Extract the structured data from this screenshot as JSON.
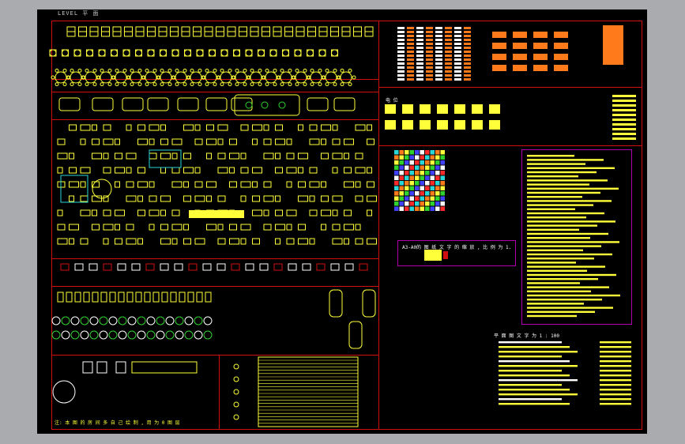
{
  "drawing": {
    "level_label": "LEVEL 平 面",
    "note_scale": "A3-A0的 图 纸 文 字 的 缩 放 , 比 例 为 1.",
    "note_bottom_left": "注: 本 图 的 房 间 多 自 己 绘 制 , 用 为 0 图 层",
    "note_right_scale": "平 面 图 文 字 为  1 : 100",
    "label_plan": "电 位"
  },
  "colors": {
    "background": "#000000",
    "frame": "#d01010",
    "yellow": "#ffff3a",
    "orange": "#ff7a1a",
    "white": "#ffffff",
    "green": "#2ed12e",
    "magenta": "#b000b0",
    "cyan": "#2ad6d6"
  }
}
